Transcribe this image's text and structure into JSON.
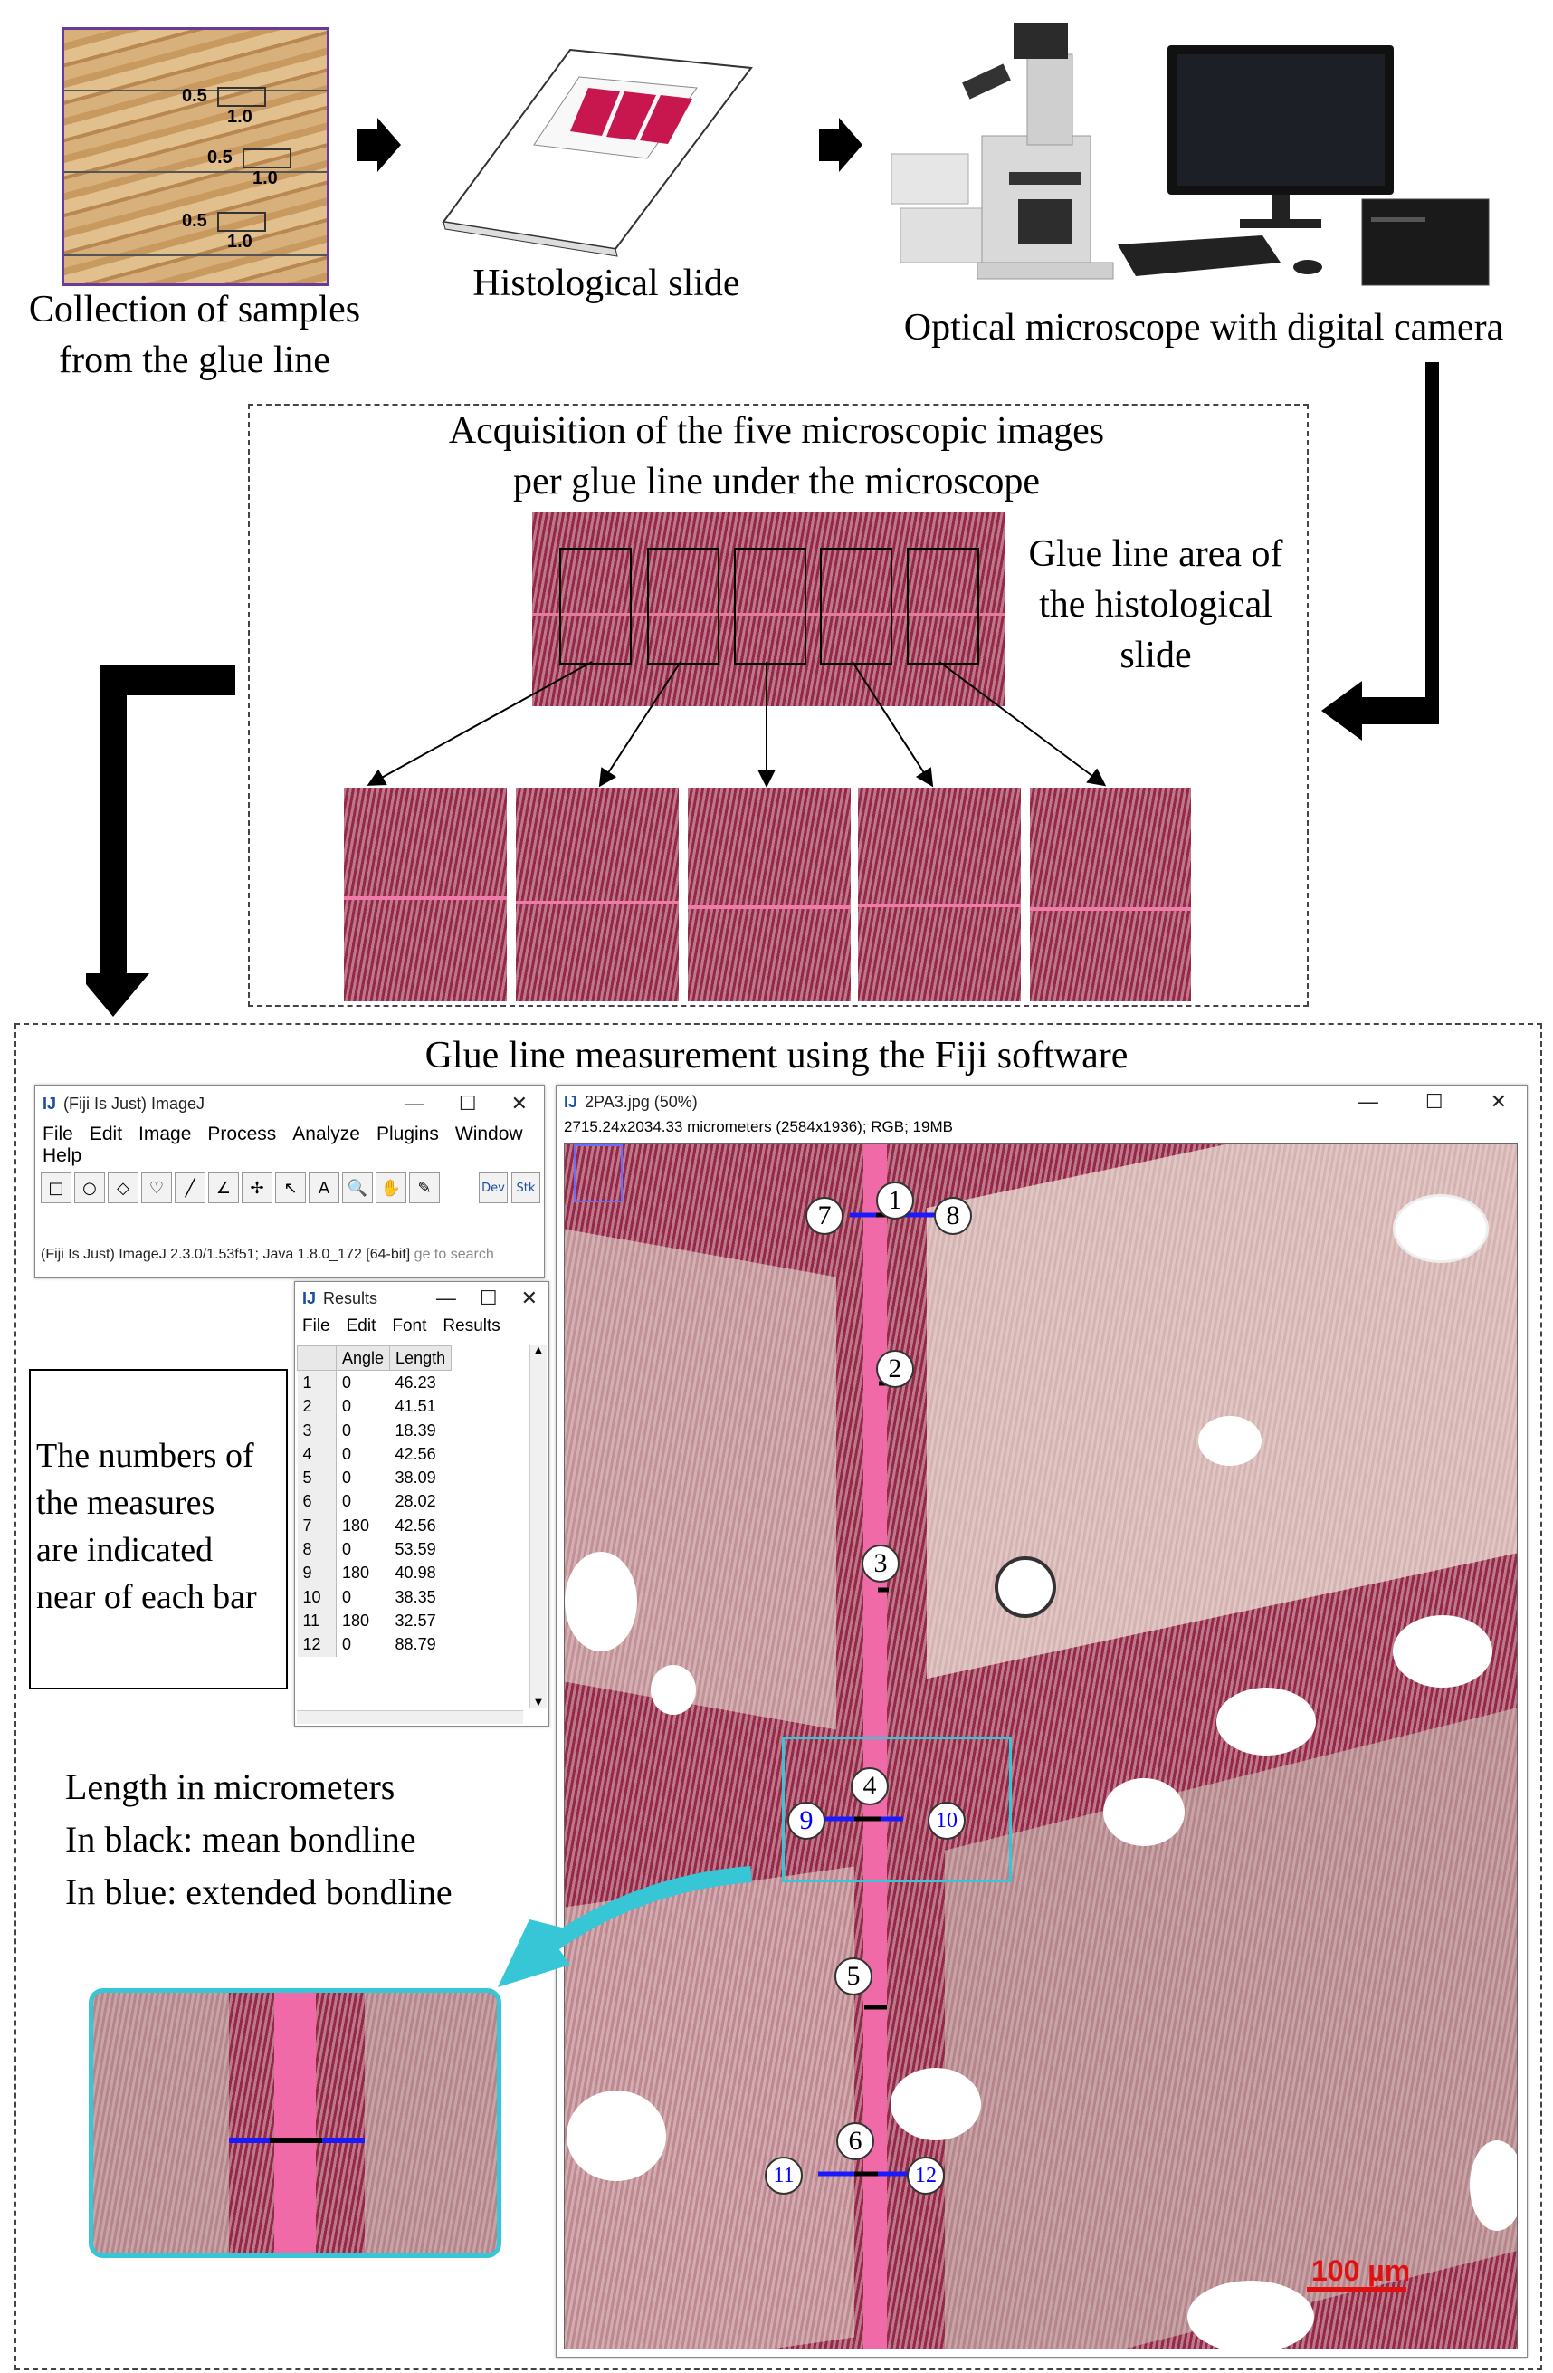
{
  "top": {
    "samples_caption_line1": "Collection of samples",
    "samples_caption_line2": "from the glue line",
    "slide_caption": "Histological slide",
    "microscope_caption": "Optical microscope with digital camera",
    "sample_marks": [
      {
        "top": "0.5",
        "bottom": "1.0"
      },
      {
        "top": "0.5",
        "bottom": "1.0"
      },
      {
        "top": "0.5",
        "bottom": "1.0"
      }
    ]
  },
  "acquisition": {
    "title_line1": "Acquisition of the five microscopic images",
    "title_line2": "per glue line under the microscope",
    "area_line1": "Glue line area of",
    "area_line2": "the histological",
    "area_line3": "slide"
  },
  "measurement": {
    "title": "Glue line measurement using the Fiji software",
    "note_line1": "The numbers of",
    "note_line2": "the measures",
    "note_line3": "are indicated",
    "note_line4": "near of each bar",
    "legend_line1": "Length in micrometers",
    "legend_line2": "In black: mean bondline",
    "legend_line3": "In blue: extended bondline",
    "scale_bar": "100 µm"
  },
  "imagej": {
    "title": "(Fiji Is Just) ImageJ",
    "menu": [
      "File",
      "Edit",
      "Image",
      "Process",
      "Analyze",
      "Plugins",
      "Window",
      "Help"
    ],
    "tools": [
      "□",
      "○",
      "◇",
      "♡",
      "╱",
      "∠",
      "✢",
      "↖",
      "A",
      "🔍",
      "✋",
      "✎"
    ],
    "dev_label": "Dev",
    "stk_label": "Stk",
    "status": "(Fiji Is Just) ImageJ 2.3.0/1.53f51; Java 1.8.0_172 [64-bit]",
    "search_hint": "ge to search"
  },
  "results": {
    "title": "Results",
    "menu": [
      "File",
      "Edit",
      "Font",
      "Results"
    ],
    "columns": [
      "Angle",
      "Length"
    ],
    "rows": [
      [
        "1",
        "0",
        "46.23"
      ],
      [
        "2",
        "0",
        "41.51"
      ],
      [
        "3",
        "0",
        "18.39"
      ],
      [
        "4",
        "0",
        "42.56"
      ],
      [
        "5",
        "0",
        "38.09"
      ],
      [
        "6",
        "0",
        "28.02"
      ],
      [
        "7",
        "180",
        "42.56"
      ],
      [
        "8",
        "0",
        "53.59"
      ],
      [
        "9",
        "180",
        "40.98"
      ],
      [
        "10",
        "0",
        "38.35"
      ],
      [
        "11",
        "180",
        "32.57"
      ],
      [
        "12",
        "0",
        "88.79"
      ]
    ]
  },
  "image_window": {
    "title": "2PA3.jpg (50%)",
    "info": "2715.24x2034.33 micrometers (2584x1936); RGB; 19MB"
  },
  "markers": {
    "m1": "1",
    "m2": "2",
    "m3": "3",
    "m4": "4",
    "m5": "5",
    "m6": "6",
    "m7": "7",
    "m8": "8",
    "m9": "9",
    "m10": "10",
    "m11": "11",
    "m12": "12"
  },
  "zoom_markers": {
    "z4": "4",
    "z9": "9",
    "z10": "10"
  },
  "colors": {
    "stain": "#9c2f4e",
    "glue": "#f06aa8",
    "blue_bar": "#1a1aff",
    "highlight": "#36c6d6",
    "scale": "#e01010"
  }
}
